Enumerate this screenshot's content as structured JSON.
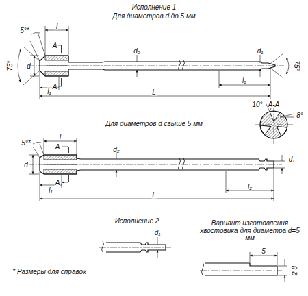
{
  "diagram": {
    "labels": [
      "Исполнение 1",
      "Для диаметров d до 5 мм",
      "A",
      "5°*",
      "l",
      "75°",
      "d",
      "d₂",
      "d₁",
      "75°",
      "A",
      "l₁",
      "L",
      "l₂",
      "A-A",
      "10°",
      "8°",
      "Для диаметров d свыше 5 мм",
      "A",
      "5°*",
      "d",
      "d₂",
      "d₁",
      "A",
      "l₁",
      "L",
      "l₂",
      "l",
      "Исполнение 2",
      "d₁",
      "Вариант изготовления хвостовика для диаметра d=5 мм",
      "5",
      "2.8",
      "* Размеры для справок"
    ]
  }
}
